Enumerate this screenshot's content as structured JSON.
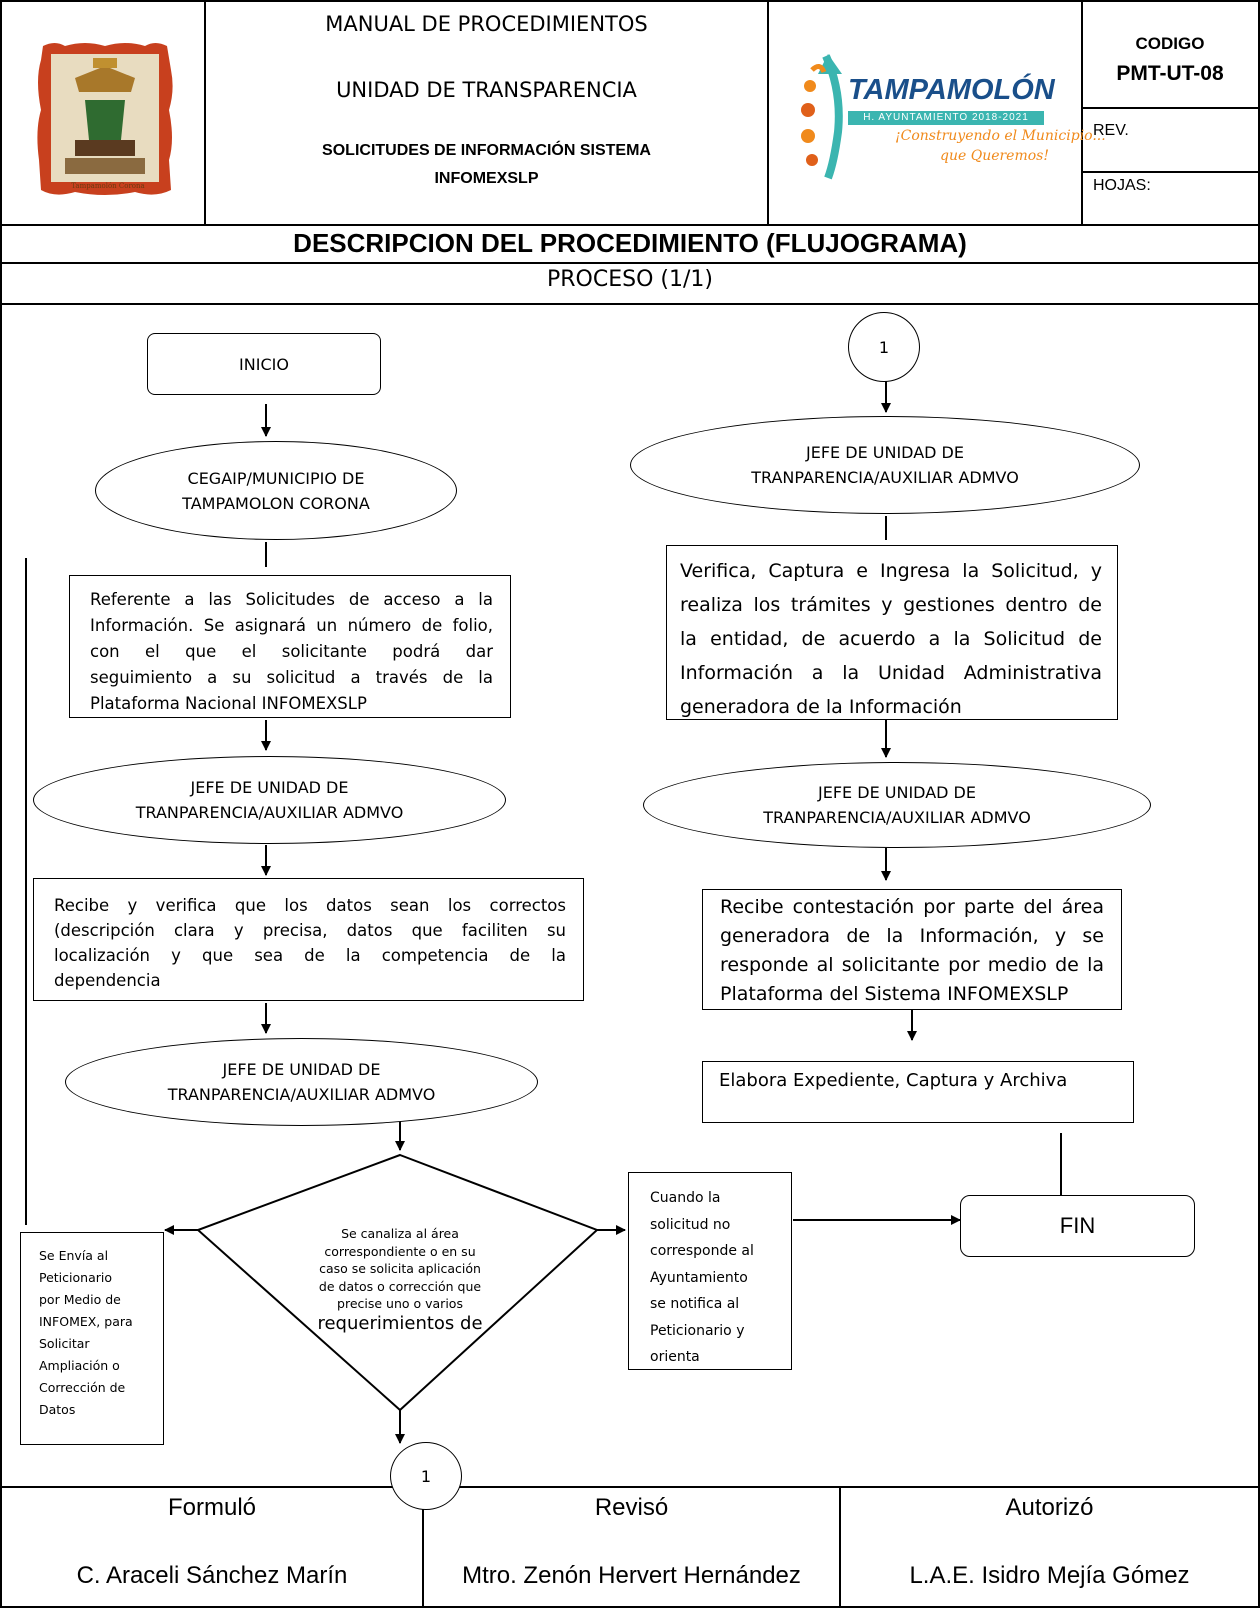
{
  "header": {
    "title_line1": "MANUAL DE PROCEDIMIENTOS",
    "title_line2": "UNIDAD DE TRANSPARENCIA",
    "subject_line1": "SOLICITUDES DE INFORMACIÓN SISTEMA",
    "subject_line2": "INFOMEXSLP",
    "codigo_label": "CODIGO",
    "codigo_value": "PMT-UT-08",
    "rev_label": "REV.",
    "hojas_label": "HOJAS:",
    "seal_text": "Tampamolón Corona",
    "logo": {
      "name": "TAMPAMOLÓN",
      "sub": "H. AYUNTAMIENTO 2018-2021",
      "slogan_line1": "¡Construyendo el Municipio...",
      "slogan_line2": "que Queremos!",
      "brand_color": "#1a4f8a",
      "accent_color": "#f08a1c",
      "teal_color": "#3bb5b0"
    }
  },
  "section_title": "DESCRIPCION DEL PROCEDIMIENTO (FLUJOGRAMA)",
  "process_label": "PROCESO  (1/1)",
  "flow": {
    "inicio": "INICIO",
    "cegaip_line1": "CEGAIP/MUNICIPIO DE",
    "cegaip_line2": "TAMPAMOLON CORONA",
    "referente": [
      "Referente a las Solicitudes de acceso a la",
      "Información. Se asignará un número de folio,",
      "con el que el solicitante podrá dar",
      "seguimiento a su solicitud a través de la",
      "Plataforma Nacional INFOMEXSLP"
    ],
    "jefe_line1": "JEFE DE UNIDAD DE",
    "jefe_line2": "TRANPARENCIA/AUXILIAR ADMVO",
    "recibe_verifica": [
      "Recibe y verifica que los datos sean los correctos",
      "(descripción clara y precisa, datos que faciliten su",
      "localización y que sea de la competencia de la",
      "dependencia"
    ],
    "diamond": [
      "Se canaliza al área",
      "correspondiente o en su",
      "caso se solicita aplicación",
      "de datos o  corrección que",
      "precise uno o varios",
      "requerimientos de"
    ],
    "envia": [
      "Se Envía al",
      "Peticionario",
      "por Medio de",
      "INFOMEX, para",
      "Solicitar",
      "Ampliación  o",
      "Corrección de",
      "Datos"
    ],
    "cuando": [
      "Cuando la",
      "solicitud  no",
      "corresponde al",
      "Ayuntamiento",
      "se notifica al",
      "Peticionario y",
      "orienta"
    ],
    "connector": "1",
    "verifica_captura": [
      "Verifica, Captura e Ingresa la Solicitud, y",
      "realiza los trámites y gestiones dentro de",
      "la entidad, de acuerdo a la Solicitud de",
      "Información a la Unidad Administrativa",
      "generadora de la Información"
    ],
    "recibe_contestacion": [
      "Recibe contestación por parte del área",
      "generadora de la Información, y se",
      "responde al solicitante por medio de la",
      "Plataforma del Sistema INFOMEXSLP"
    ],
    "elabora": "Elabora Expediente, Captura y Archiva",
    "fin": "FIN"
  },
  "signatures": [
    {
      "role": "Formuló",
      "name": "C. Araceli Sánchez Marín"
    },
    {
      "role": "Revisó",
      "name": "Mtro. Zenón Hervert Hernández"
    },
    {
      "role": "Autorizó",
      "name": "L.A.E. Isidro Mejía Gómez"
    }
  ]
}
